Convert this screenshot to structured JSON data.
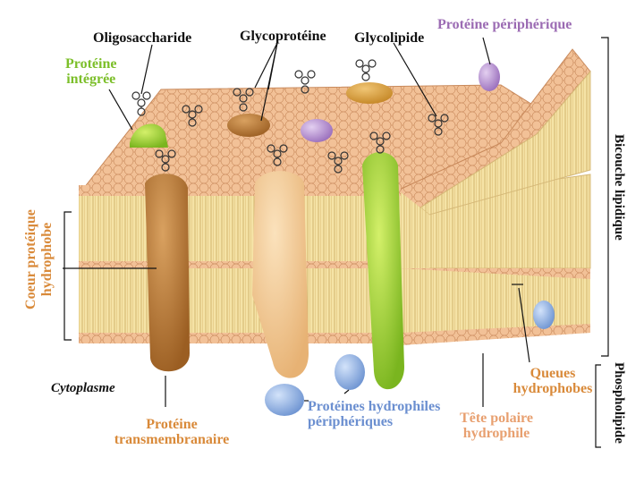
{
  "labels": {
    "oligosaccharide": "Oligosaccharide",
    "glycoproteine": "Glycoprotéine",
    "glycolipide": "Glycolipide",
    "proteine_peripherique": "Protéine périphérique",
    "proteine_integree_1": "Protéine",
    "proteine_integree_2": "intégrée",
    "coeur_1": "Coeur protéique",
    "coeur_2": "hydrophobe",
    "cytoplasme": "Cytoplasme",
    "transmembranaire_1": "Protéine",
    "transmembranaire_2": "transmembranaire",
    "hydrophiles_1": "Protéines hydrophiles",
    "hydrophiles_2": "périphériques",
    "tete_1": "Tête polaire",
    "tete_2": "hydrophile",
    "queues_1": "Queues",
    "queues_2": "hydrophobes",
    "bicouche": "Bicouche lipidique",
    "phospholipide": "Phospholipide"
  },
  "colors": {
    "head": "#f0b88a",
    "tail": "#f2dc95",
    "green_protein": "#9fd13a",
    "brown_protein": "#c4823d",
    "peach_protein": "#f4c98e",
    "purple_protein": "#b58fcf",
    "blue_protein": "#8fb1e3"
  }
}
